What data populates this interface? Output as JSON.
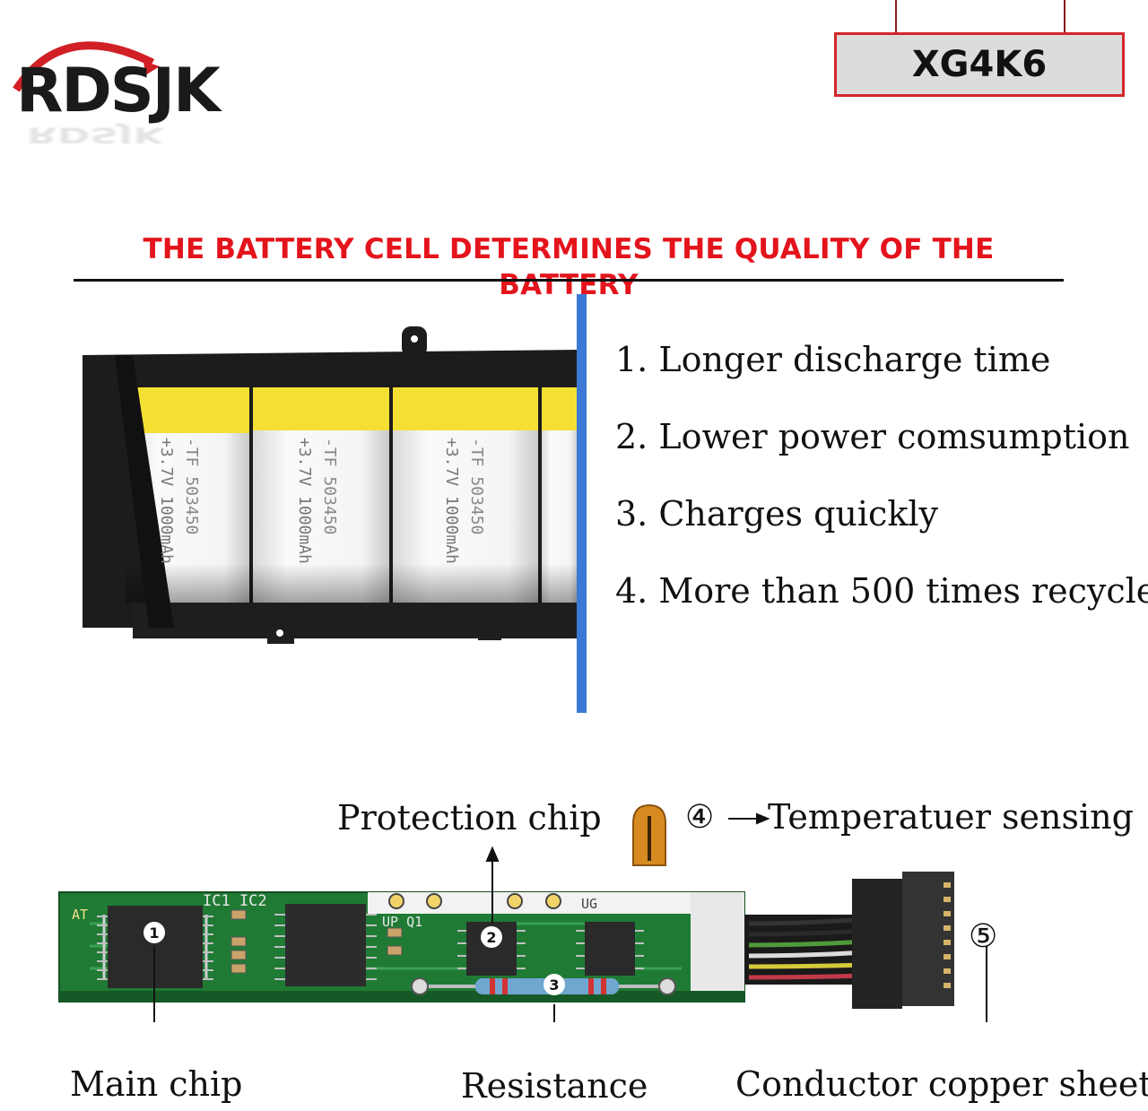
{
  "brand": {
    "logo_text": "RDSJK"
  },
  "model_tag": "XG4K6",
  "headline": "THE BATTERY CELL DETERMINES THE QUALITY OF THE BATTERY",
  "features": [
    "1. Longer discharge time",
    "2. Lower power comsumption",
    "3. Charges quickly",
    "4. More than 500 times recycle"
  ],
  "battery_cells": {
    "cell_print_a": "+3.7V 1000mAh",
    "cell_print_b": "-TF 503450"
  },
  "pcb": {
    "silk_ic": "IC1 IC2",
    "silk_at": "AT",
    "silk_q": "UP Q1",
    "silk_ug": "UG",
    "chip_marks": [
      "1",
      "2",
      "3"
    ],
    "labels": {
      "protection_chip": "Protection chip",
      "temp_number": "④",
      "temp_sensing": "Temperatuer sensing",
      "connector_number": "⑤",
      "main_chip": "Main chip",
      "resistance": "Resistance",
      "copper_sheet": "Conductor copper sheet"
    }
  },
  "colors": {
    "headline": "#e4141c",
    "tag_border": "#d2272b",
    "divider_blue": "#3b79d4",
    "pcb_green": "#1f7a34"
  }
}
